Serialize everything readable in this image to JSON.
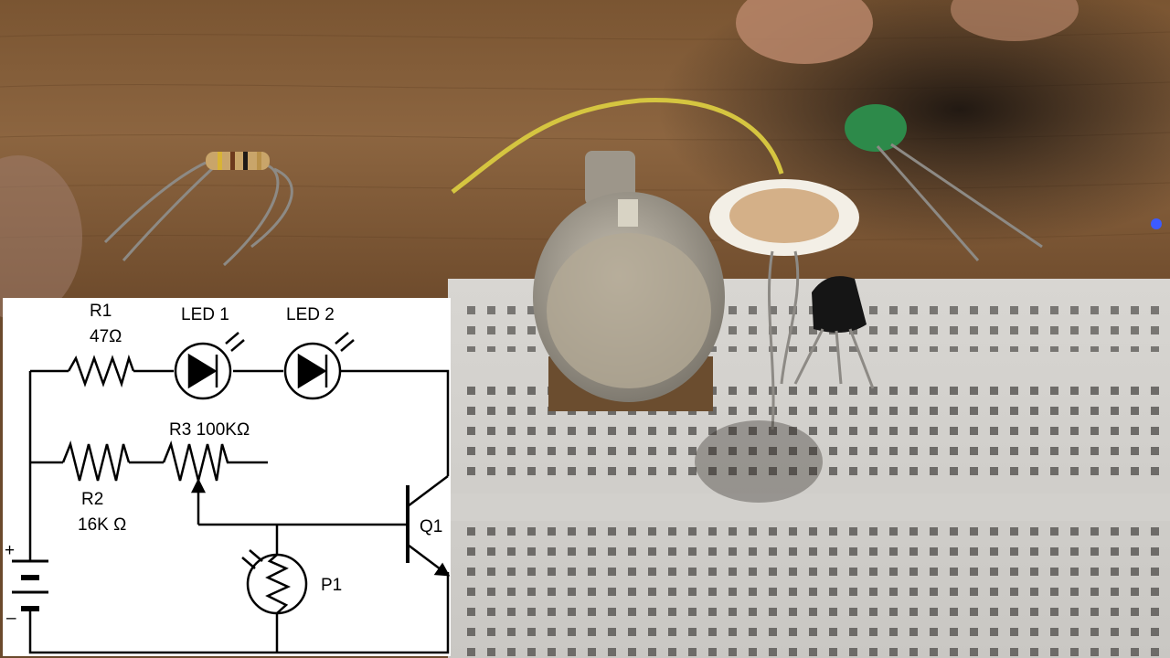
{
  "schematic": {
    "r1": {
      "name": "R1",
      "value": "47"
    },
    "led1": "LED 1",
    "led2": "LED 2",
    "r3": {
      "name": "R3",
      "value": "100K"
    },
    "r2": {
      "name": "R2",
      "value": "16K"
    },
    "q1": "Q1",
    "p1": "P1",
    "battery": {
      "plus": "+",
      "minus": "–"
    },
    "ohm": "Ω"
  }
}
